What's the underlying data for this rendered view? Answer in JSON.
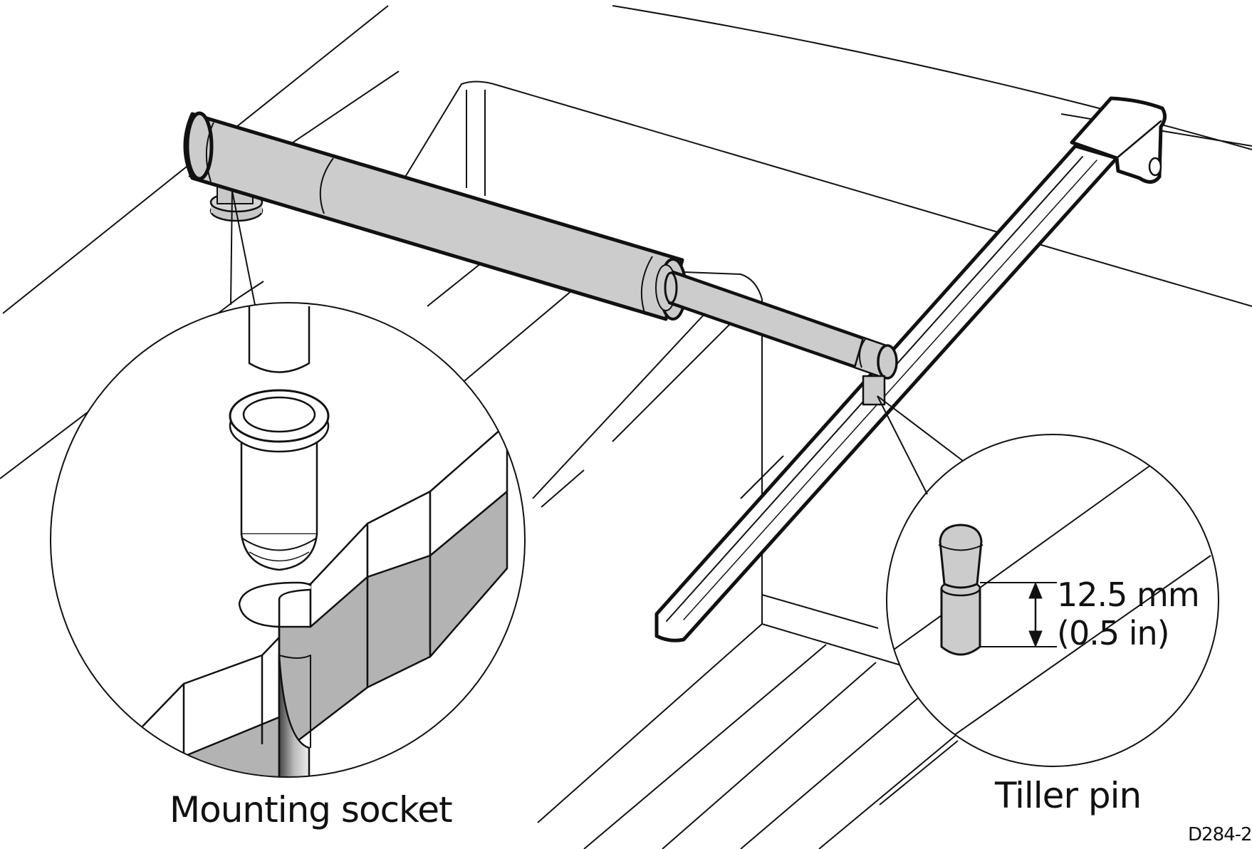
{
  "diagram": {
    "callouts": {
      "mounting_socket": "Mounting socket",
      "tiller_pin": "Tiller pin"
    },
    "dimension": {
      "metric": "12.5 mm",
      "imperial": "(0.5 in)"
    },
    "figure_code": "D284-2",
    "colors": {
      "line": "#111111",
      "fill_light": "#cccccc",
      "fill_mid": "#b3b3b3",
      "background": "#ffffff"
    }
  }
}
